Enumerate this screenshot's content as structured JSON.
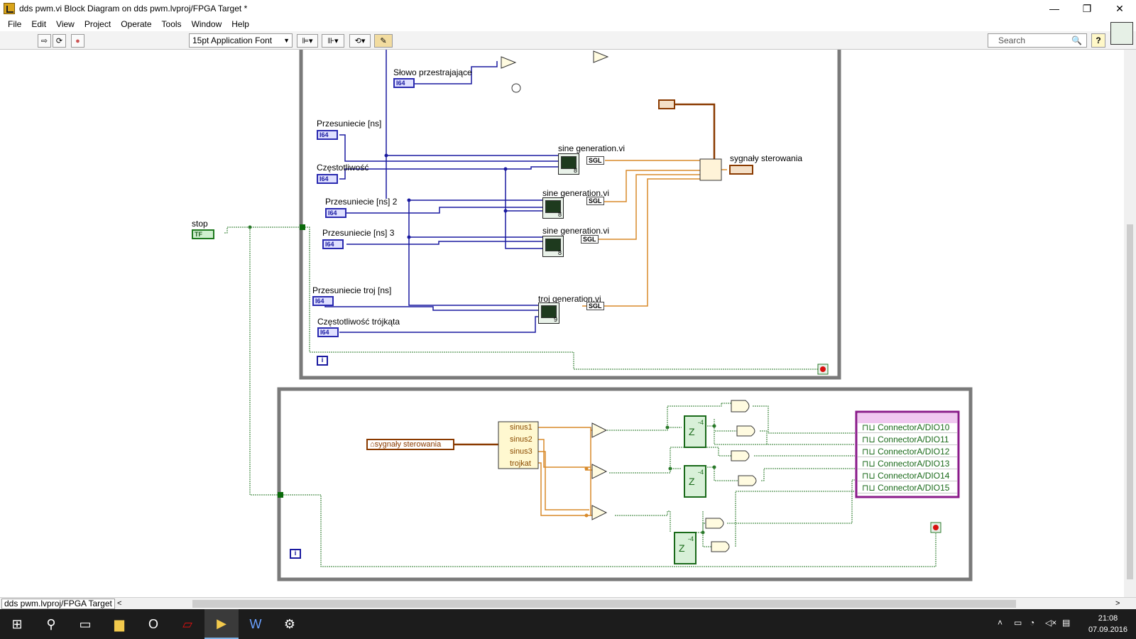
{
  "window": {
    "title": "dds pwm.vi Block Diagram on dds pwm.lvproj/FPGA Target *",
    "controls": [
      "—",
      "❐",
      "✕"
    ]
  },
  "menu": [
    "File",
    "Edit",
    "View",
    "Project",
    "Operate",
    "Tools",
    "Window",
    "Help"
  ],
  "toolbar": {
    "font": "15pt Application Font",
    "search_placeholder": "Search",
    "help": "?"
  },
  "diagram": {
    "loop1": {
      "labels": {
        "slowo": "Słowo przestrajające",
        "przes1": "Przesuniecie [ns]",
        "czest": "Częstotliwość",
        "przes2": "Przesuniecie [ns] 2",
        "przes3": "Przesuniecie [ns] 3",
        "przestroj": "Przesuniecie troj [ns]",
        "czesttroj": "Częstotliwość trójkąta",
        "sine1": "sine generation.vi",
        "sine2": "sine generation.vi",
        "sine3": "sine generation.vi",
        "troj": "troj generation.vi",
        "sygnaly": "sygnały sterowania"
      },
      "type_tag": "I64",
      "sgl": "SGL",
      "iter": "i",
      "subvi_nums": [
        "8",
        "8",
        "8",
        "9"
      ]
    },
    "stop": {
      "label": "stop",
      "type_tag": "TF"
    },
    "loop2": {
      "cluster_in": "sygnały sterowania",
      "unbundle": [
        "sinus1",
        "sinus2",
        "sinus3",
        "trojkat"
      ],
      "iter": "i",
      "connectors": [
        "ConnectorA/DIO10",
        "ConnectorA/DIO11",
        "ConnectorA/DIO12",
        "ConnectorA/DIO13",
        "ConnectorA/DIO14",
        "ConnectorA/DIO15"
      ],
      "feedback_label": "Z",
      "feedback_num": "-4"
    }
  },
  "statusbar": {
    "tab": "dds pwm.lvproj/FPGA Target",
    "left_arrow": "<",
    "right_arrow": ">"
  },
  "taskbar": {
    "time": "21:08",
    "date": "07.09.2016"
  }
}
